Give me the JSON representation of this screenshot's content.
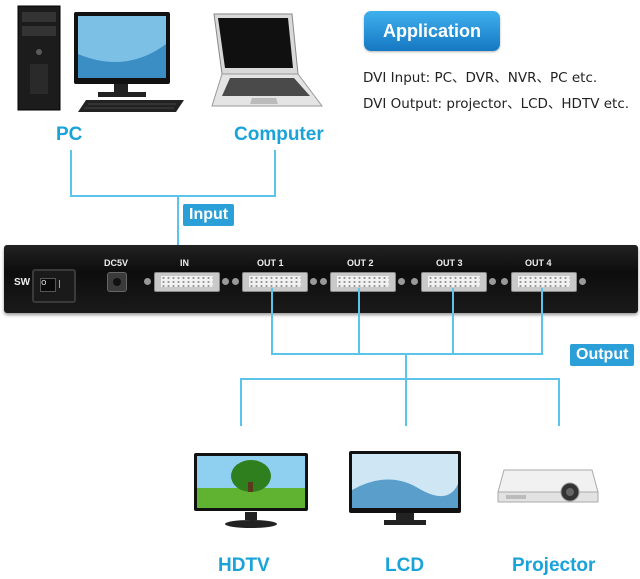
{
  "sources": {
    "pc_label": "PC",
    "computer_label": "Computer"
  },
  "application": {
    "title": "Application",
    "input_line": "DVI Input: PC、DVR、NVR、PC etc.",
    "output_line": "DVI Output: projector、LCD、HDTV etc."
  },
  "input_tag": "Input",
  "output_tag": "Output",
  "panel": {
    "sw": "SW",
    "dc": "DC5V",
    "in": "IN",
    "out1": "OUT 1",
    "out2": "OUT 2",
    "out3": "OUT 3",
    "out4": "OUT 4"
  },
  "displays": {
    "hdtv": "HDTV",
    "lcd": "LCD",
    "projector": "Projector"
  },
  "colors": {
    "accent": "#1aa3d9",
    "wire": "#5cc4ea",
    "badge": "#1578c2"
  }
}
